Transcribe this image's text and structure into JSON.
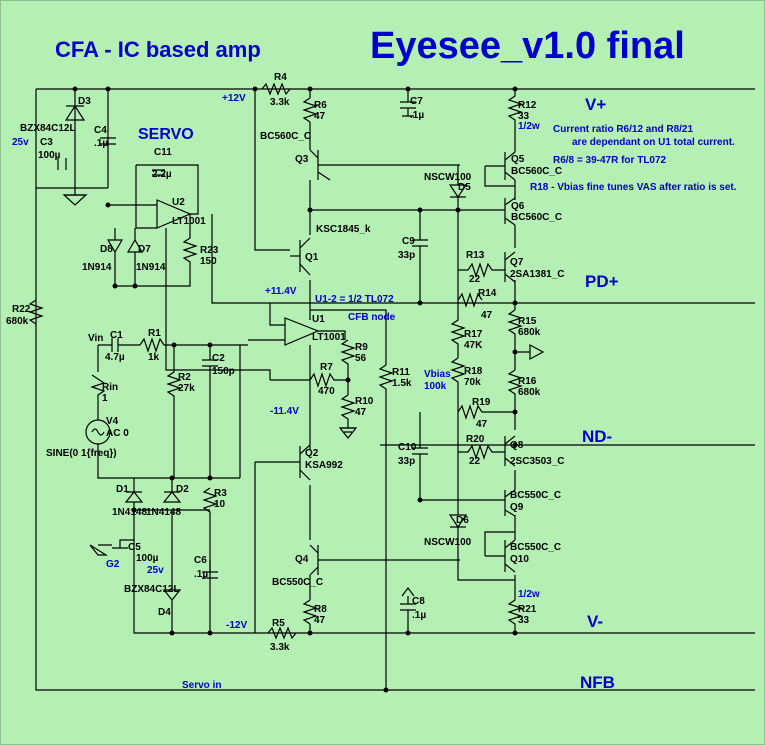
{
  "titles": {
    "left": "CFA - IC based amp",
    "right": "Eyesee_v1.0 final"
  },
  "rails": {
    "pos": "+12V",
    "neg": "-12V",
    "u1_pos": "+11.4V",
    "u1_neg": "-11.4V",
    "vplus": "V+",
    "vminus": "V-",
    "pdplus": "PD+",
    "ndminus": "ND-",
    "nfb": "NFB"
  },
  "notes": {
    "servo": "SERVO",
    "ratio1": "Current ratio R6/12 and R8/21",
    "ratio2": "are dependant on U1 total current.",
    "ratio3": "R6/8 = 39-47R for TL072",
    "r18note": "R18 - Vbias fine tunes VAS after ratio is set.",
    "u1note": "U1-2 = 1/2 TL072",
    "cfb": "CFB node",
    "vbias1": "Vbias",
    "vbias2": "100k",
    "servo_in": "Servo in",
    "g2": "G2",
    "w1": "1/2w",
    "w2": "1/2w",
    "v25a": "25v",
    "v25b": "25v",
    "vin": "Vin",
    "sine": "SINE(0 1{freq})"
  },
  "resistors": [
    {
      "ref": "R4",
      "val": "3.3k"
    },
    {
      "ref": "R6",
      "val": "47"
    },
    {
      "ref": "R12",
      "val": "33"
    },
    {
      "ref": "R23",
      "val": "150"
    },
    {
      "ref": "R13",
      "val": "22"
    },
    {
      "ref": "R14",
      "val": "47"
    },
    {
      "ref": "R15",
      "val": "680k"
    },
    {
      "ref": "R22",
      "val": "680k"
    },
    {
      "ref": "R1",
      "val": "1k"
    },
    {
      "ref": "R9",
      "val": "56"
    },
    {
      "ref": "R17",
      "val": "47K"
    },
    {
      "ref": "R2",
      "val": "27k"
    },
    {
      "ref": "R7",
      "val": "470"
    },
    {
      "ref": "R11",
      "val": "1.5k"
    },
    {
      "ref": "R18",
      "val": "70k"
    },
    {
      "ref": "R16",
      "val": "680k"
    },
    {
      "ref": "Rin",
      "val": "1"
    },
    {
      "ref": "R10",
      "val": "47"
    },
    {
      "ref": "R19",
      "val": "47"
    },
    {
      "ref": "R20",
      "val": "22"
    },
    {
      "ref": "R3",
      "val": "10"
    },
    {
      "ref": "R8",
      "val": "47"
    },
    {
      "ref": "R21",
      "val": "33"
    },
    {
      "ref": "R5",
      "val": "3.3k"
    }
  ],
  "capacitors": [
    {
      "ref": "C7",
      "val": ".1µ"
    },
    {
      "ref": "C4",
      "val": ".1µ"
    },
    {
      "ref": "C3",
      "val": "100µ"
    },
    {
      "ref": "C11",
      "val": "2.2µ"
    },
    {
      "ref": "C9",
      "val": "33p"
    },
    {
      "ref": "C1",
      "val": "4.7µ"
    },
    {
      "ref": "C2",
      "val": "150p"
    },
    {
      "ref": "C10",
      "val": "33p"
    },
    {
      "ref": "C5",
      "val": "100µ"
    },
    {
      "ref": "C6",
      "val": ".1µ"
    },
    {
      "ref": "C8",
      "val": ".1µ"
    }
  ],
  "semis": [
    {
      "ref": "D3",
      "val": "BZX84C12L"
    },
    {
      "ref": "Q3",
      "val": "BC560C_C"
    },
    {
      "ref": "Q5",
      "val": "BC560C_C"
    },
    {
      "ref": "Q6",
      "val": "BC560C_C"
    },
    {
      "ref": "D5",
      "val": "NSCW100"
    },
    {
      "ref": "U2",
      "val": "LT1001"
    },
    {
      "ref": "Q1",
      "val": "KSC1845_k"
    },
    {
      "ref": "D8",
      "val": "1N914"
    },
    {
      "ref": "D7",
      "val": "1N914"
    },
    {
      "ref": "Q7",
      "val": "2SA1381_C"
    },
    {
      "ref": "U1",
      "val": "LT1001"
    },
    {
      "ref": "V4",
      "val": "AC 0"
    },
    {
      "ref": "Q2",
      "val": "KSA992"
    },
    {
      "ref": "Q8",
      "val": "2SC3503_C"
    },
    {
      "ref": "D1",
      "val": "1N4148"
    },
    {
      "ref": "D2",
      "val": "1N4148"
    },
    {
      "ref": "Q9",
      "val": "BC550C_C"
    },
    {
      "ref": "D6",
      "val": "NSCW100"
    },
    {
      "ref": "Q10",
      "val": "BC550C_C"
    },
    {
      "ref": "D4",
      "val": "BZX84C12L"
    },
    {
      "ref": "Q4",
      "val": "BC550C_C"
    }
  ]
}
